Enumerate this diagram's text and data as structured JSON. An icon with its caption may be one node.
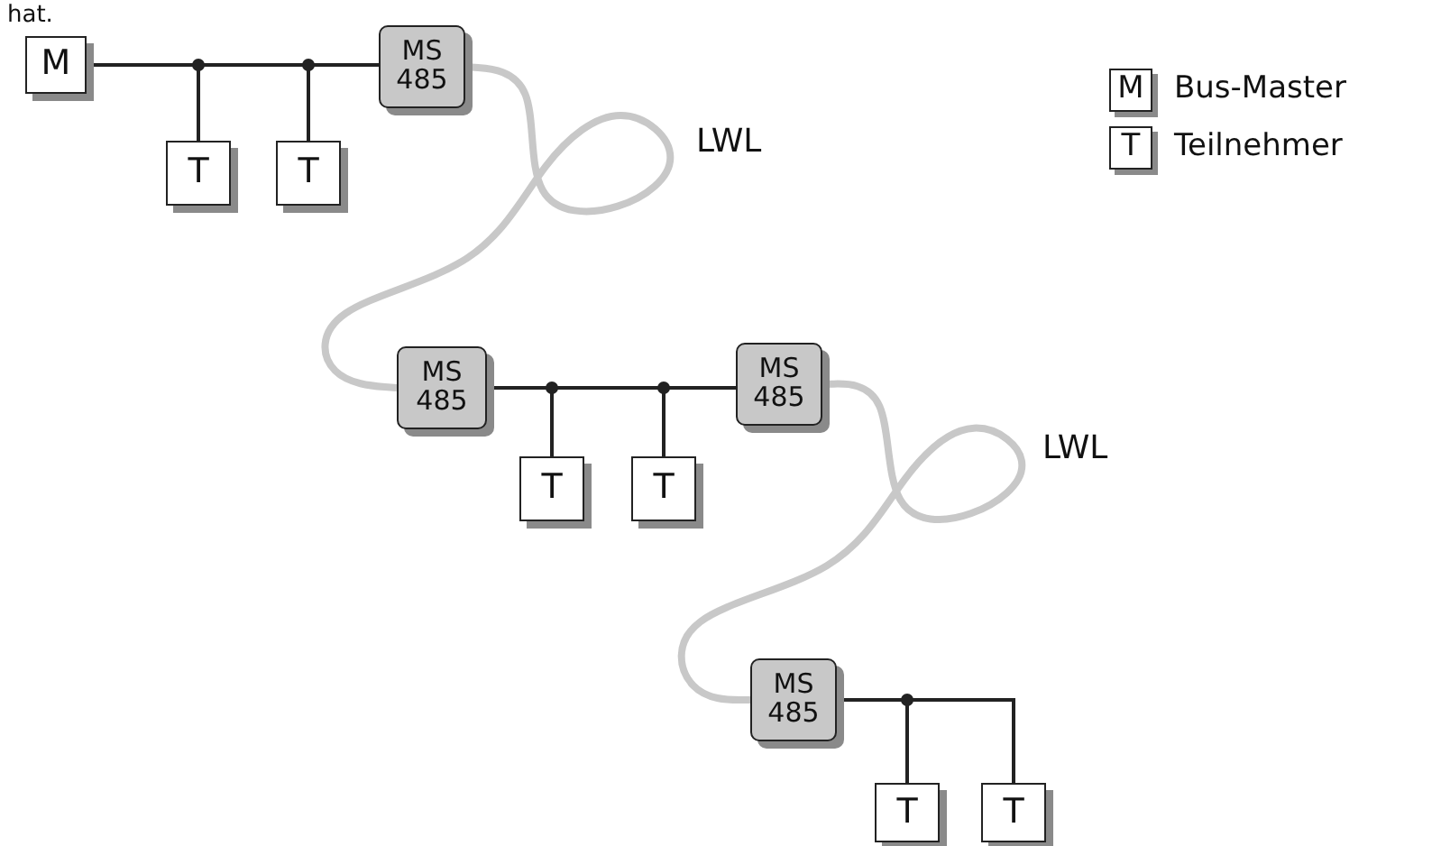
{
  "diagram": {
    "nodes": [
      {
        "text": [
          "M"
        ]
      },
      {
        "text": [
          "T"
        ]
      },
      {
        "text": [
          "T"
        ]
      },
      {
        "text": [
          "MS 485"
        ]
      },
      {
        "text": [
          "MS 485"
        ]
      },
      {
        "text": [
          "T"
        ]
      },
      {
        "text": [
          "T"
        ]
      },
      {
        "text": [
          "MS 485"
        ]
      },
      {
        "text": [
          "MS 485"
        ]
      },
      {
        "text": [
          "T"
        ]
      },
      {
        "text": [
          "T"
        ]
      }
    ],
    "edges": [
      {
        "from": 0,
        "to": 3,
        "arrow": "none"
      },
      {
        "from": 0,
        "to": 1,
        "arrow": "none"
      },
      {
        "from": 0,
        "to": 2,
        "arrow": "none"
      },
      {
        "from": 3,
        "to": 4,
        "label": "LWL",
        "arrow": "none",
        "style": "thick",
        "color": "#c8c8c8"
      },
      {
        "from": 4,
        "to": 7,
        "arrow": "none"
      },
      {
        "from": 4,
        "to": 5,
        "arrow": "none"
      },
      {
        "from": 4,
        "to": 6,
        "arrow": "none"
      },
      {
        "from": 7,
        "to": 8,
        "label": "LWL",
        "arrow": "none",
        "style": "thick",
        "color": "#c8c8c8"
      },
      {
        "from": 8,
        "to": 9,
        "arrow": "none"
      },
      {
        "from": 8,
        "to": 10,
        "arrow": "none"
      }
    ],
    "labels": [
      "hat.",
      "M",
      "T"
    ],
    "legend": [
      {
        "text": "Bus-Master"
      },
      {
        "text": "Teilnehmer"
      }
    ]
  }
}
